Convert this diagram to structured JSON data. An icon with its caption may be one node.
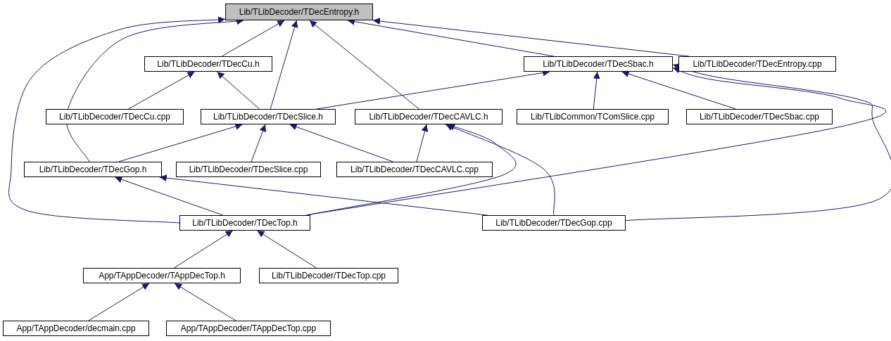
{
  "diagram": {
    "nodes": [
      {
        "text": [
          "Lib/TLibDecoder/TDecEntropy.h"
        ]
      },
      {
        "text": [
          "Lib/TLibDecoder/TDecCu.h"
        ]
      },
      {
        "text": [
          "Lib/TLibDecoder/TDecSbac.h"
        ]
      },
      {
        "text": [
          "Lib/TLibDecoder/TDecEntropy.cpp"
        ]
      },
      {
        "text": [
          "Lib/TLibDecoder/TDecCu.cpp"
        ]
      },
      {
        "text": [
          "Lib/TLibDecoder/TDecSlice.h"
        ]
      },
      {
        "text": [
          "Lib/TLibDecoder/TDecCAVLC.h"
        ]
      },
      {
        "text": [
          "Lib/TLibCommon/TComSlice.cpp"
        ]
      },
      {
        "text": [
          "Lib/TLibDecoder/TDecSbac.cpp"
        ]
      },
      {
        "text": [
          "Lib/TLibDecoder/TDecGop.h"
        ]
      },
      {
        "text": [
          "Lib/TLibDecoder/TDecSlice.cpp"
        ]
      },
      {
        "text": [
          "Lib/TLibDecoder/TDecCAVLC.cpp"
        ]
      },
      {
        "text": [
          "Lib/TLibDecoder/TDecTop.h"
        ]
      },
      {
        "text": [
          "Lib/TLibDecoder/TDecGop.cpp"
        ]
      },
      {
        "text": [
          "App/TAppDecoder/TAppDecTop.h"
        ]
      },
      {
        "text": [
          "Lib/TLibDecoder/TDecTop.cpp"
        ]
      },
      {
        "text": [
          "App/TAppDecoder/decmain.cpp"
        ]
      },
      {
        "text": [
          "App/TAppDecoder/TAppDecTop.cpp"
        ]
      }
    ],
    "edges": [
      {
        "from": 1,
        "to": 0,
        "arrow": "to"
      },
      {
        "from": 5,
        "to": 0,
        "arrow": "to"
      },
      {
        "from": 6,
        "to": 0,
        "arrow": "to"
      },
      {
        "from": 2,
        "to": 0,
        "arrow": "to"
      },
      {
        "from": 3,
        "to": 0,
        "arrow": "to"
      },
      {
        "from": 9,
        "to": 0,
        "arrow": "to"
      },
      {
        "from": 12,
        "to": 0,
        "arrow": "to"
      },
      {
        "from": 4,
        "to": 1,
        "arrow": "to"
      },
      {
        "from": 5,
        "to": 1,
        "arrow": "to"
      },
      {
        "from": 5,
        "to": 2,
        "arrow": "to"
      },
      {
        "from": 7,
        "to": 2,
        "arrow": "to"
      },
      {
        "from": 8,
        "to": 2,
        "arrow": "to"
      },
      {
        "from": 12,
        "to": 2,
        "arrow": "to"
      },
      {
        "from": 13,
        "to": 2,
        "arrow": "to"
      },
      {
        "from": 9,
        "to": 5,
        "arrow": "to"
      },
      {
        "from": 10,
        "to": 5,
        "arrow": "to"
      },
      {
        "from": 11,
        "to": 5,
        "arrow": "to"
      },
      {
        "from": 11,
        "to": 6,
        "arrow": "to"
      },
      {
        "from": 12,
        "to": 6,
        "arrow": "to"
      },
      {
        "from": 13,
        "to": 6,
        "arrow": "to"
      },
      {
        "from": 12,
        "to": 9,
        "arrow": "to"
      },
      {
        "from": 13,
        "to": 9,
        "arrow": "to"
      },
      {
        "from": 14,
        "to": 12,
        "arrow": "to"
      },
      {
        "from": 15,
        "to": 12,
        "arrow": "to"
      },
      {
        "from": 16,
        "to": 14,
        "arrow": "to"
      },
      {
        "from": 17,
        "to": 14,
        "arrow": "to"
      }
    ]
  }
}
